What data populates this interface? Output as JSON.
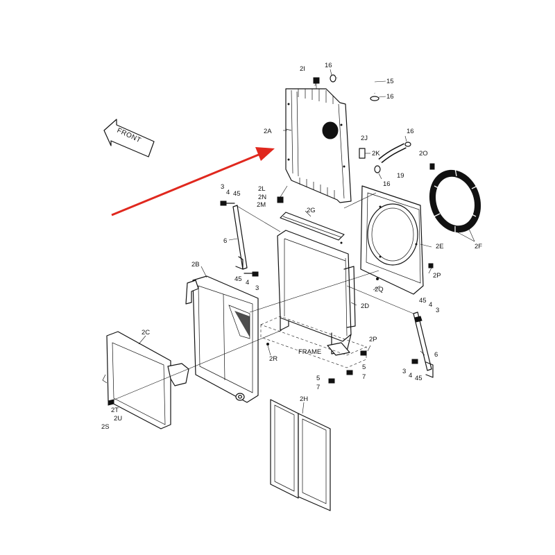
{
  "labels": {
    "2I": "2I",
    "16a": "16",
    "15": "15",
    "16b": "16",
    "2A": "2A",
    "2J": "2J",
    "2K": "2K",
    "16c": "16",
    "19": "19",
    "16d": "16",
    "2O": "2O",
    "3a": "3",
    "4a": "4",
    "45a": "45",
    "2L": "2L",
    "2N": "2N",
    "2M": "2M",
    "2G": "2G",
    "6a": "6",
    "2E": "2E",
    "2F": "2F",
    "2B": "2B",
    "45b": "45",
    "4b": "4",
    "3b": "3",
    "2P_top": "2P",
    "2Q": "2Q",
    "2D": "2D",
    "45c": "45",
    "4c": "4",
    "3c": "3",
    "2C": "2C",
    "2P_mid": "2P",
    "FRAME": "FRAME",
    "2R": "2R",
    "6b": "6",
    "5a": "5",
    "7a": "7",
    "5b": "5",
    "7b": "7",
    "3d": "3",
    "4d": "4",
    "45d": "45",
    "2T": "2T",
    "2U": "2U",
    "2S": "2S",
    "2H": "2H",
    "front": "FRONT"
  },
  "colors": {
    "arrow": "#e0281e",
    "line": "#111111"
  }
}
